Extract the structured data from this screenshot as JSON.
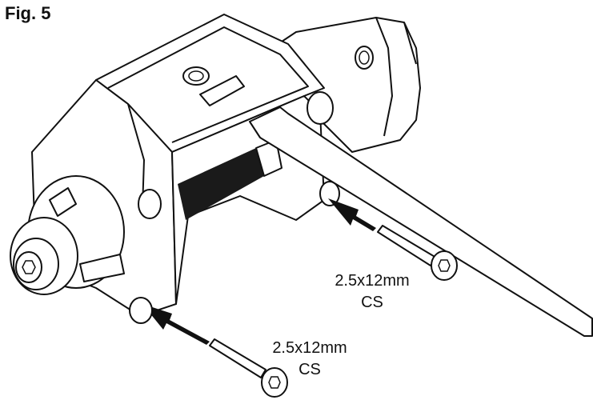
{
  "figure": {
    "label": "Fig. 5"
  },
  "callouts": [
    {
      "line1": "2.5x12mm",
      "line2": "CS"
    },
    {
      "line1": "2.5x12mm",
      "line2": "CS"
    }
  ],
  "colors": {
    "line": "#111111",
    "background": "#ffffff",
    "threads": "#1a1a1a"
  },
  "icons": {
    "screw": "hex-socket-cap-screw",
    "arrow": "insertion-arrow"
  }
}
